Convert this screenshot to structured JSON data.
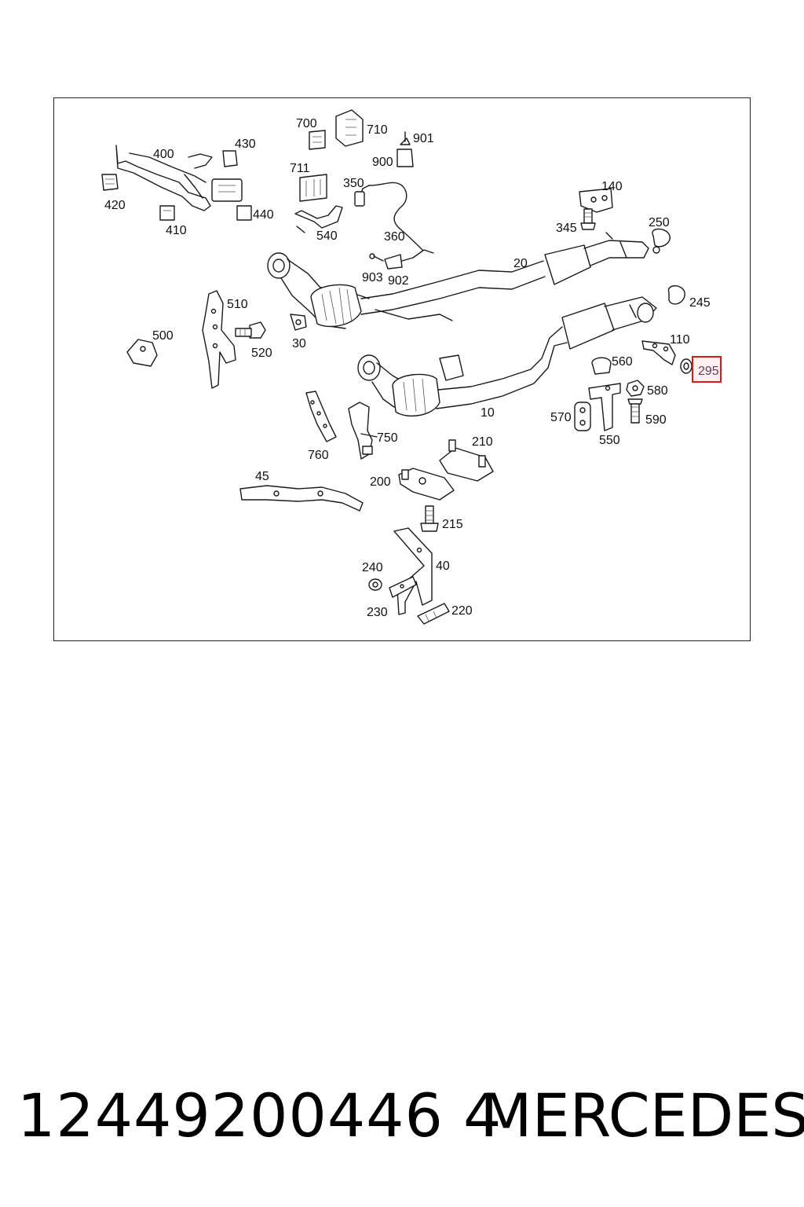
{
  "diagram": {
    "highlighted_part": "295",
    "labels": {
      "l700": "700",
      "l710": "710",
      "l901": "901",
      "l900": "900",
      "l711": "711",
      "l350": "350",
      "l400": "400",
      "l430": "430",
      "l420": "420",
      "l410": "410",
      "l440": "440",
      "l540": "540",
      "l360": "360",
      "l140": "140",
      "l345": "345",
      "l250": "250",
      "l20": "20",
      "l903": "903",
      "l902": "902",
      "l510": "510",
      "l500": "500",
      "l520": "520",
      "l30": "30",
      "l245": "245",
      "l110": "110",
      "l295": "295",
      "l560": "560",
      "l580": "580",
      "l10": "10",
      "l570": "570",
      "l590": "590",
      "l550": "550",
      "l750": "750",
      "l760": "760",
      "l210": "210",
      "l45": "45",
      "l200": "200",
      "l215": "215",
      "l240": "240",
      "l40": "40",
      "l230": "230",
      "l220": "220"
    }
  },
  "footer": {
    "part_number": "12449200446 4",
    "brand": "MERCEDES"
  }
}
